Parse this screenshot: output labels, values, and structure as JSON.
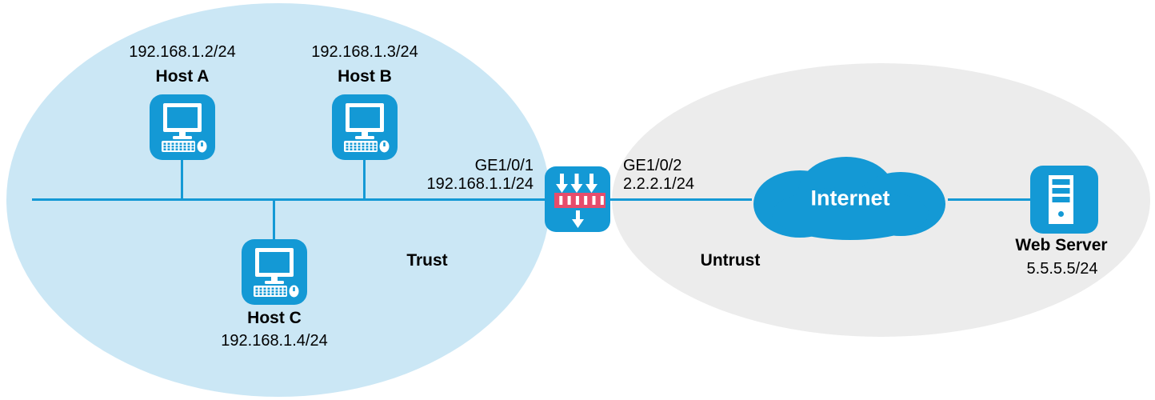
{
  "diagram": {
    "zones": {
      "trust": {
        "label": "Trust"
      },
      "untrust": {
        "label": "Untrust"
      }
    },
    "hosts": {
      "host_a": {
        "name": "Host A",
        "ip": "192.168.1.2/24"
      },
      "host_b": {
        "name": "Host B",
        "ip": "192.168.1.3/24"
      },
      "host_c": {
        "name": "Host C",
        "ip": "192.168.1.4/24"
      }
    },
    "firewall": {
      "trust_interface": {
        "name": "GE1/0/1",
        "ip": "192.168.1.1/24"
      },
      "untrust_interface": {
        "name": "GE1/0/2",
        "ip": "2.2.2.1/24"
      }
    },
    "internet": {
      "label": "Internet"
    },
    "web_server": {
      "name": "Web Server",
      "ip": "5.5.5.5/24"
    }
  },
  "icons": {
    "host_a": "computer-icon",
    "host_b": "computer-icon",
    "host_c": "computer-icon",
    "firewall": "firewall-icon",
    "internet": "cloud-icon",
    "web_server": "server-icon"
  },
  "colors": {
    "device_blue": "#1499d5",
    "link_blue": "#1499d5",
    "firewall_red": "#e74c6b",
    "trust_fill": "#cbe7f5",
    "untrust_fill": "#ececec",
    "text": "#000000",
    "internet_text": "#ffffff"
  }
}
